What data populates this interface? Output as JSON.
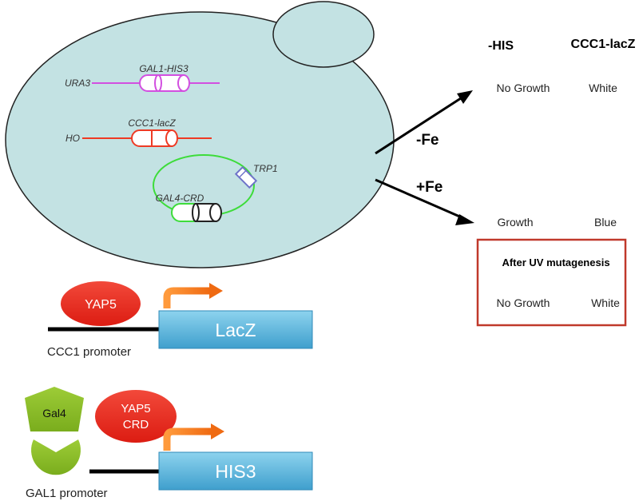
{
  "cell": {
    "plasmid_labels": {
      "ura3": "URA3",
      "gal1_his3": "GAL1-HIS3",
      "ho": "HO",
      "ccc1_lacz": "CCC1-lacZ",
      "trp1": "TRP1",
      "gal4_crd": "GAL4-CRD"
    }
  },
  "conditions": {
    "minus_fe": "-Fe",
    "plus_fe": "+Fe"
  },
  "results": {
    "header_his": "-HIS",
    "header_lacz": "CCC1-lacZ",
    "minus_fe_growth": "No Growth",
    "minus_fe_color": "White",
    "plus_fe_growth": "Growth",
    "plus_fe_color": "Blue",
    "uv_title": "After UV mutagenesis",
    "uv_growth": "No Growth",
    "uv_color": "White"
  },
  "construct1": {
    "protein": "YAP5",
    "reporter": "LacZ",
    "promoter": "CCC1 promoter"
  },
  "construct2": {
    "gal4": "Gal4",
    "fusion_line1": "YAP5",
    "fusion_line2": "CRD",
    "reporter": "HIS3",
    "promoter": "GAL1 promoter"
  },
  "colors": {
    "cell_fill": "#c3e2e3",
    "magenta": "#d24fe0",
    "red": "#ee3a24",
    "green": "#3ddc3a",
    "blue_plasmid": "#6f73c9",
    "yap5_red": "#e8231a",
    "gal4_green": "#8cbf26",
    "arrow_orange": "#f47a20",
    "box_blue": "#5fb6dc",
    "uv_box": "#c0392b"
  }
}
